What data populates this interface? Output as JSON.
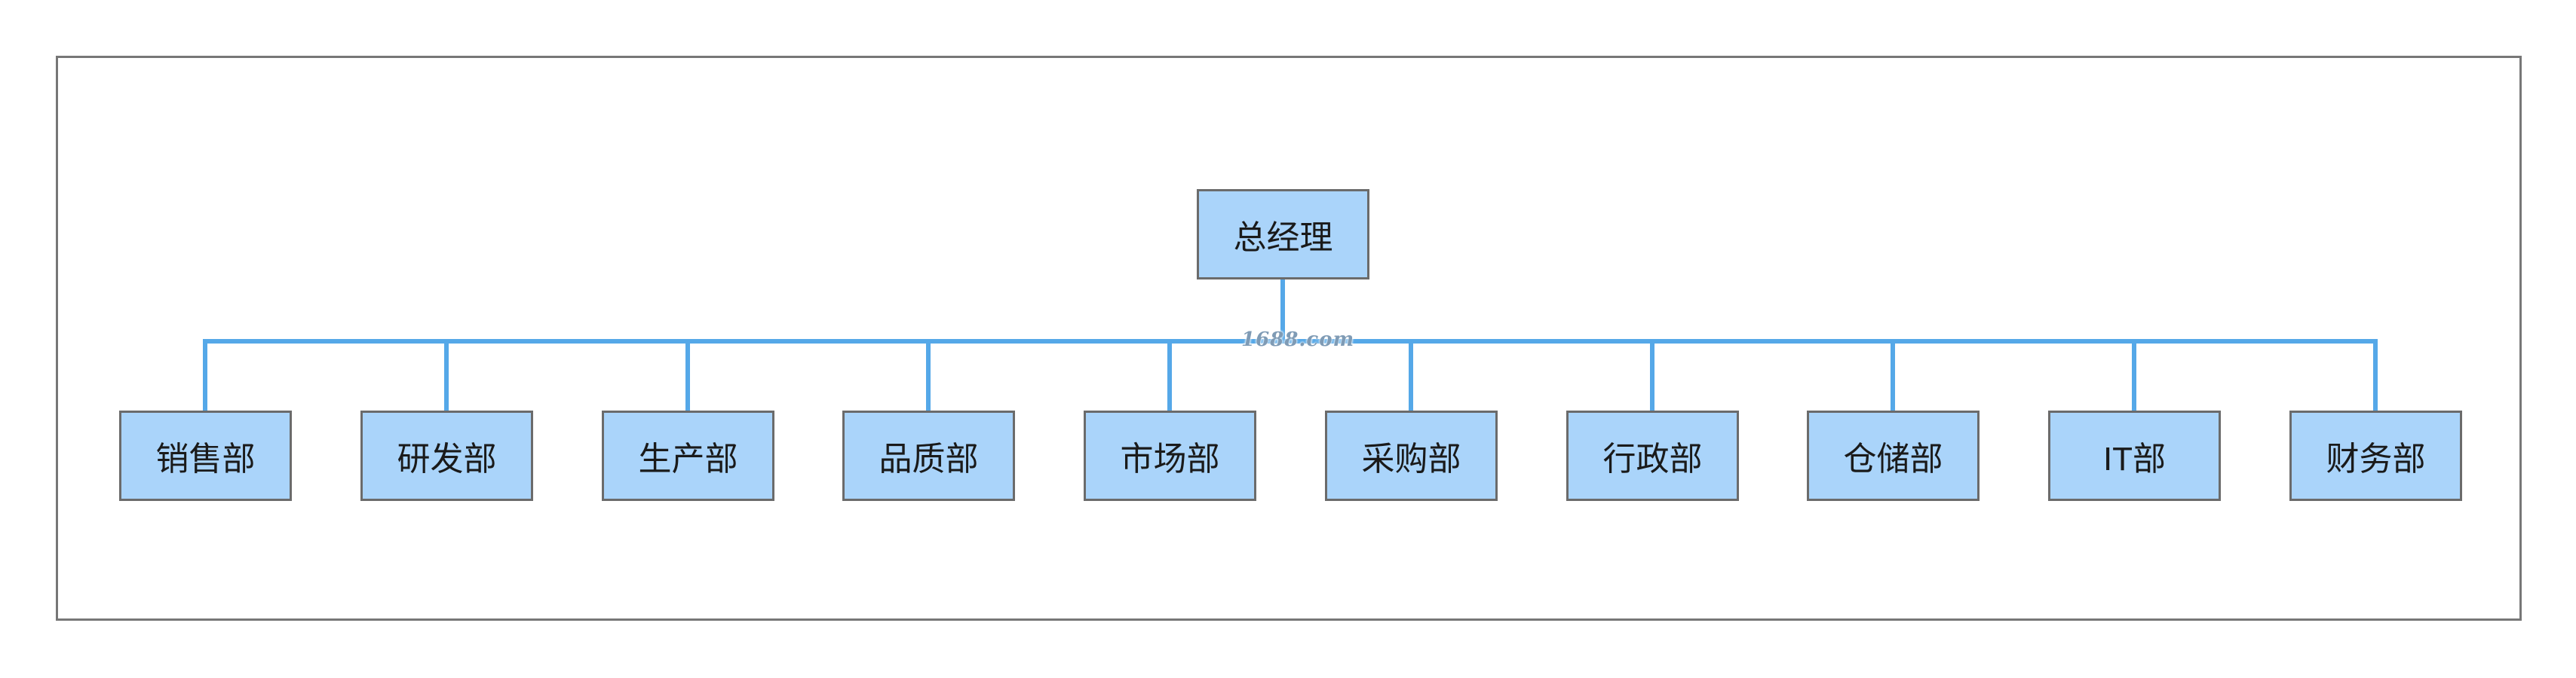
{
  "org": {
    "root": "总经理",
    "departments": [
      "销售部",
      "研发部",
      "生产部",
      "品质部",
      "市场部",
      "采购部",
      "行政部",
      "仓储部",
      "IT部",
      "财务部"
    ]
  },
  "watermark": "1688.com",
  "colors": {
    "node_fill": "#aad4fa",
    "node_border": "#6b6b6b",
    "connector": "#55a8e8",
    "frame": "#777777"
  }
}
